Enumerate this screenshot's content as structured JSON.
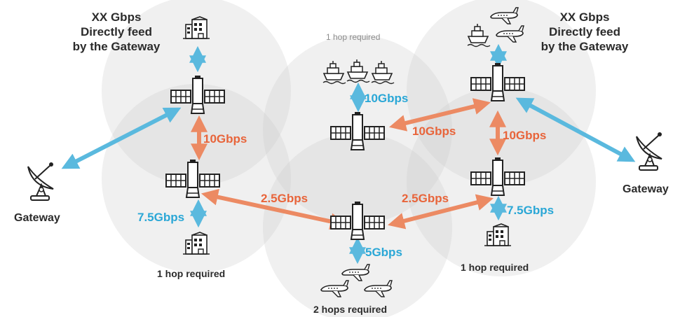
{
  "top_left_title": [
    "XX Gbps",
    "Directly feed",
    "by the Gateway"
  ],
  "top_right_title": [
    "XX Gbps",
    "Directly feed",
    "by the Gateway"
  ],
  "gateway_left_label": "Gateway",
  "gateway_right_label": "Gateway",
  "hop_label_top_center": "1 hop required",
  "hop_label_bottom_left": "1 hop required",
  "hop_label_bottom_right": "1 hop required",
  "hop_label_bottom_center": "2 hops required",
  "link_labels": {
    "left_vertical": "10Gbps",
    "center_top": "10Gbps",
    "right_diagonal": "10Gbps",
    "right_vertical": "10Gbps",
    "left_mid": "2.5Gbps",
    "right_mid": "2.5Gbps",
    "bottom_left_feed": "7.5Gbps",
    "bottom_right_feed": "7.5Gbps",
    "bottom_center_feed": "5Gbps"
  },
  "colors": {
    "inter_satellite_link": "#ec8a63",
    "feeder_link": "#5ab9de",
    "coverage": "#e6e6e6",
    "orange_text": "#e8643a",
    "blue_text": "#2aa7d6"
  },
  "icons": [
    "satellite-icon",
    "building-icon",
    "ship-icon",
    "airplane-icon",
    "satellite-dish-icon"
  ]
}
